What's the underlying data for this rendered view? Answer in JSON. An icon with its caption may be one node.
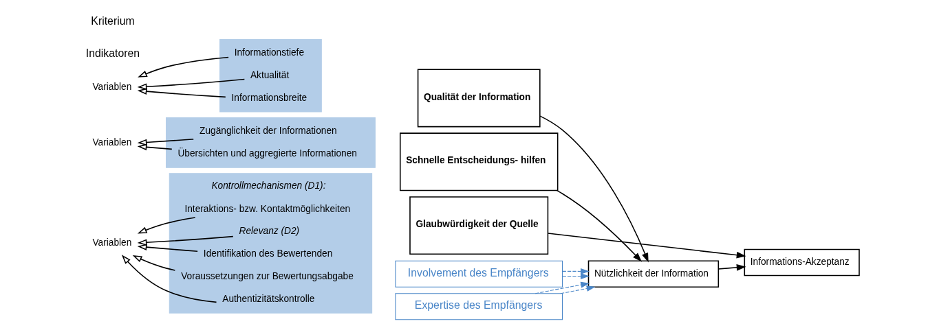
{
  "diagram": {
    "nodes": [
      {
        "text": [],
        "shape": "box"
      },
      {
        "text": [
          "Kontrollmechanismen (D1):"
        ],
        "in": 0
      },
      {
        "text": [
          "Identifikation des Bewertenden"
        ],
        "in": 0
      },
      {
        "text": [
          "Voraussetzungen zur Bewertungsabgabe"
        ],
        "in": 0
      },
      {
        "text": [
          "Authentizitätskontrolle"
        ],
        "in": 0
      },
      {
        "text": [
          "Interaktions- bzw. Kontaktmöglichkeiten"
        ],
        "in": 0
      },
      {
        "text": [
          "Relevanz (D2)"
        ],
        "in": 0
      },
      {
        "text": [
          "Variablen"
        ]
      },
      {
        "text": [
          "Glaubwürdigkeit der Quelle"
        ]
      },
      {
        "text": [],
        "shape": "box"
      },
      {
        "text": [
          "Zugänglichkeit der Informationen"
        ],
        "in": 9
      },
      {
        "text": [
          "Übersichten und aggregierte Informationen"
        ],
        "in": 9
      },
      {
        "text": [
          "Variablen"
        ]
      },
      {
        "text": [
          "Schnelle Entscheidungs- hilfen"
        ]
      },
      {
        "text": [],
        "shape": "box"
      },
      {
        "text": [
          "Aktualität"
        ],
        "in": 14
      },
      {
        "text": [
          "Informationsbreite"
        ],
        "in": 14
      },
      {
        "text": [
          "Informationstiefe"
        ],
        "in": 14
      },
      {
        "text": [
          "Variablen"
        ]
      },
      {
        "text": [
          "Qualität der Information"
        ]
      },
      {
        "text": [
          "Expertise des Empfängers"
        ]
      },
      {
        "text": [
          "Involvement des Empfängers"
        ]
      },
      {
        "text": [
          "Nützlichkeit der Information"
        ]
      },
      {
        "text": [
          "Informations-Akzeptanz"
        ]
      }
    ],
    "edges": [
      {
        "from": 2,
        "to": 7,
        "arrow": "to"
      },
      {
        "from": 3,
        "to": 7,
        "arrow": "to"
      },
      {
        "from": 4,
        "to": 7,
        "arrow": "to"
      },
      {
        "from": 5,
        "to": 7,
        "arrow": "to"
      },
      {
        "from": 6,
        "to": 7,
        "arrow": "to"
      },
      {
        "from": 10,
        "to": 12,
        "arrow": "to"
      },
      {
        "from": 11,
        "to": 12,
        "arrow": "to"
      },
      {
        "from": 15,
        "to": 18,
        "arrow": "to"
      },
      {
        "from": 16,
        "to": 18,
        "arrow": "to"
      },
      {
        "from": 17,
        "to": 18,
        "arrow": "to"
      },
      {
        "from": 8,
        "to": 23,
        "arrow": "to"
      },
      {
        "from": 13,
        "to": 22,
        "arrow": "to"
      },
      {
        "from": 19,
        "to": 22,
        "arrow": "to"
      },
      {
        "from": 22,
        "to": 23,
        "arrow": "to"
      },
      {
        "from": 20,
        "to": 22,
        "arrow": "to",
        "style": "dashed",
        "color": "#4a86c8"
      },
      {
        "from": 20,
        "to": 22,
        "arrow": "to",
        "style": "dashed",
        "color": "#4a86c8"
      },
      {
        "from": 21,
        "to": 22,
        "arrow": "to",
        "style": "dashed",
        "color": "#4a86c8"
      },
      {
        "from": 21,
        "to": 22,
        "arrow": "to",
        "style": "dashed",
        "color": "#4a86c8"
      }
    ],
    "labels": [
      "Indikatoren",
      "Kriterium"
    ]
  }
}
